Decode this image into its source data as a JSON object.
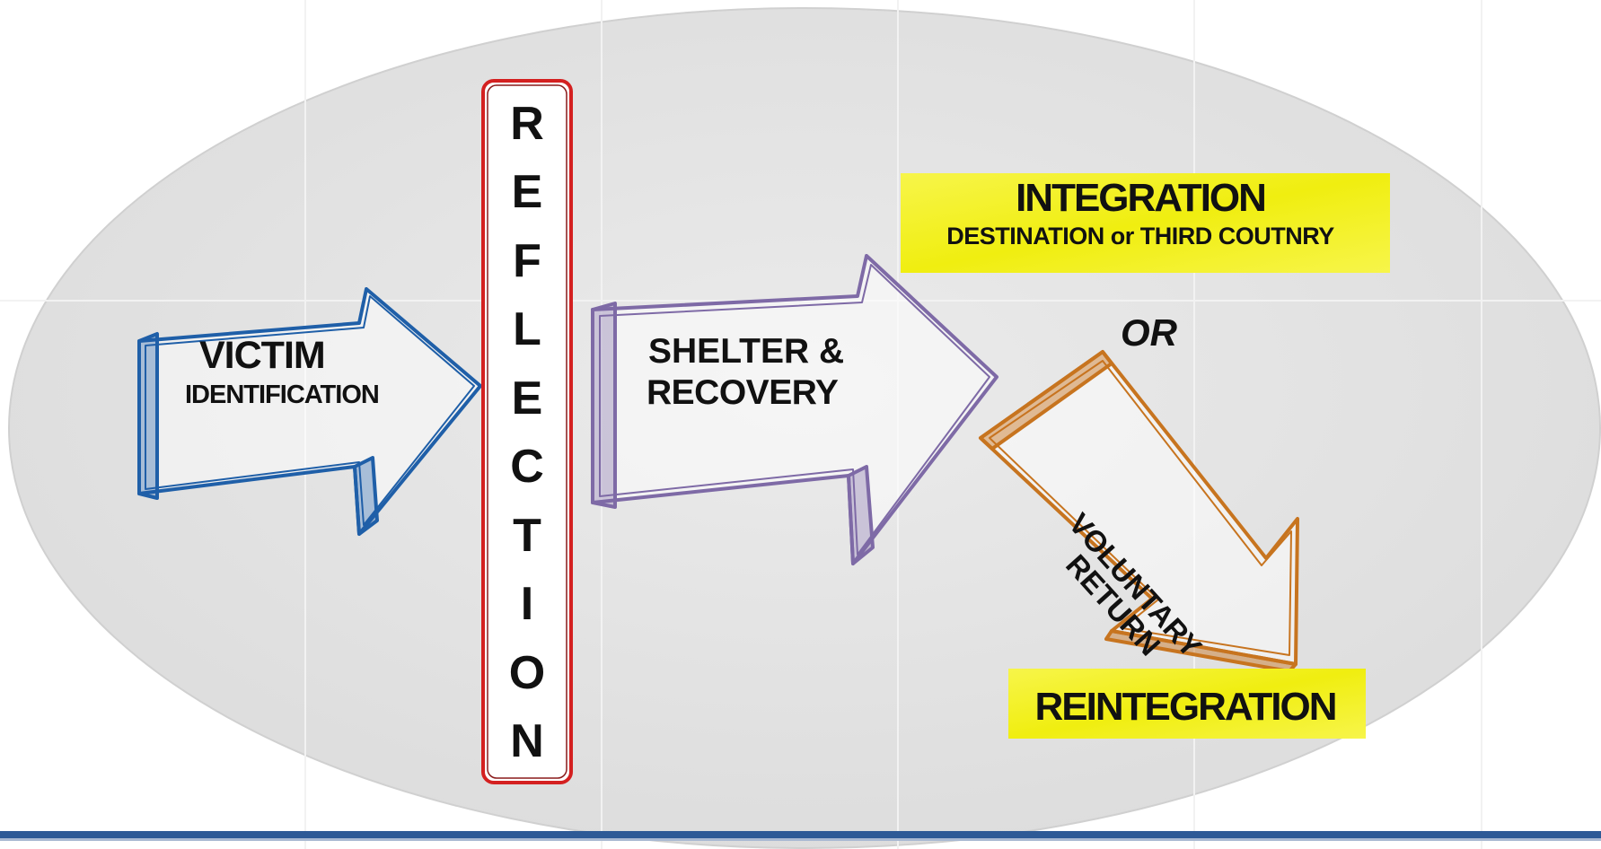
{
  "victim": {
    "title": "VICTIM",
    "subtitle": "IDENTIFICATION"
  },
  "reflection": {
    "letters": [
      "R",
      "E",
      "F",
      "L",
      "E",
      "C",
      "T",
      "I",
      "O",
      "N"
    ]
  },
  "shelter": {
    "line1": "SHELTER &",
    "line2": "RECOVERY"
  },
  "integration": {
    "title": "INTEGRATION",
    "subtitle": "DESTINATION or THIRD COUTNRY"
  },
  "or_label": "OR",
  "voluntary_return": {
    "line1": "VOLUNTARY",
    "line2": "RETURN"
  },
  "reintegration": {
    "title": "REINTEGRATION"
  },
  "colors": {
    "victim_arrow": "#1f5fa8",
    "shelter_arrow": "#7e6aa6",
    "return_arrow": "#c7741f",
    "reflection_border": "#d42020",
    "highlight": "#f4f219",
    "ellipse": "#e4e4e4",
    "bottom_bar": "#2e5a96"
  }
}
